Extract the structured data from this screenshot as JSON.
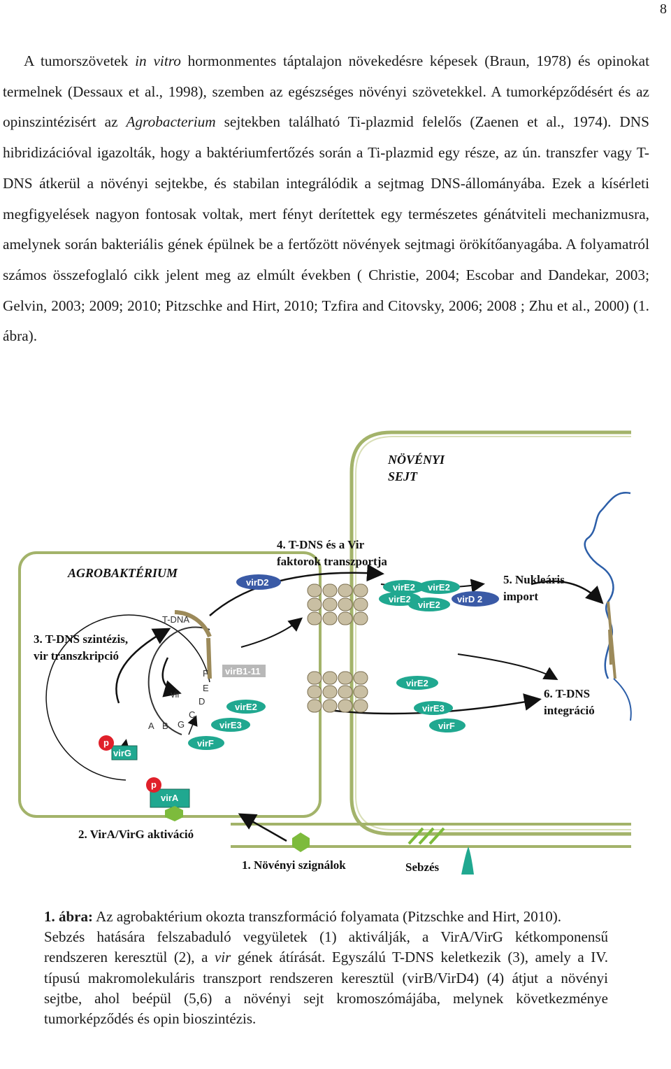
{
  "page_number": "8",
  "body": {
    "seg1": "A tumorszövetek ",
    "seg1_it": "in vitro",
    "seg2": " hormonmentes táptalajon növekedésre képesek (Braun, 1978) és opinokat termelnek (Dessaux et al., 1998), szemben az egészséges növényi szövetekkel. A tumorképződésért és az opinszintézisért az ",
    "seg2_it": "Agrobacterium",
    "seg3": " sejtekben található Ti-plazmid felelős (Zaenen et al., 1974). DNS hibridizációval igazolták, hogy a baktériumfertőzés során a Ti-plazmid egy része, az ún. transzfer vagy T-DNS átkerül a növényi sejtekbe, és stabilan integrálódik a sejtmag DNS-állományába. Ezek a kísérleti megfigyelések nagyon fontosak voltak, mert fényt derítettek egy természetes génátviteli mechanizmusra, amelynek során bakteriális gének épülnek be a fertőzött növények sejtmagi örökítőanyagába. A folyamatról számos összefoglaló cikk jelent meg az elmúlt években ( Christie, 2004; Escobar and Dandekar, 2003; Gelvin, 2003; 2009; 2010; Pitzschke and Hirt, 2010; Tzfira and Citovsky, 2006; 2008 ; Zhu et al., 2000) (1. ábra)."
  },
  "figure": {
    "plant_cell_label": [
      "NÖVÉNYI",
      "SEJT"
    ],
    "bacterium_label": "AGROBAKTÉRIUM",
    "step4_label": [
      "4. T-DNS és a Vir",
      "faktorok transzportja"
    ],
    "step5_label": [
      "5. Nukleáris",
      "import"
    ],
    "step3_label": [
      "3. T-DNS szintézis,",
      "vir transzkripció"
    ],
    "step6_label": [
      "6. T-DNS",
      "integráció"
    ],
    "step2_label": "2. VirA/VirG aktiváció",
    "step1_label": "1. Növényi szignálok",
    "wound_label": "Sebzés",
    "proteins": {
      "vird2_bact": "virD2",
      "vire2_a": "virE2",
      "vire2_b": "virE2",
      "vire2_c": "virE2",
      "vire2_d": "virE2",
      "vird2_plant": "virD 2",
      "virb": "virB1-11",
      "vire2_bact": "virE2",
      "vire3_bact": "virE3",
      "virf_bact": "virF",
      "vire2_plant": "virE2",
      "vire3_plant": "virE3",
      "virf_plant": "virF",
      "virg": "virG",
      "vira": "virA",
      "p1": "p",
      "p2": "p"
    },
    "genes": {
      "tdna": "T-DNA",
      "vir": "vir",
      "F": "F",
      "E": "E",
      "D": "D",
      "C": "C",
      "G": "G",
      "B": "B",
      "A": "A"
    },
    "colors": {
      "cell_wall": "#a3b36a",
      "protein_blue": "#3a5aa6",
      "protein_teal": "#20a890",
      "pore": "#c9bfa3",
      "virb_bar": "#b8b8b8",
      "phosphate": "#e0202a",
      "signal": "#7dbb3c",
      "nucleus_line": "#2c5ea8",
      "tdna_segment": "#9c8a5a"
    }
  },
  "caption": {
    "label": "1. ábra:",
    "text1": " Az agrobaktérium okozta transzformáció folyamata (Pitzschke and Hirt, 2010).",
    "text2a": "Sebzés hatására felszabaduló vegyületek (1) aktiválják, a VirA/VirG kétkomponensű rendszeren keresztül (2), a ",
    "text2_it": "vir",
    "text2b": " gének átírását. Egyszálú T-DNS keletkezik (3), amely a IV. típusú makromolekuláris transzport rendszeren keresztül (virB/VirD4) (4) átjut a növényi sejtbe, ahol beépül (5,6) a növényi sejt kromoszómájába, melynek következménye tumorképződés és opin bioszintézis."
  }
}
